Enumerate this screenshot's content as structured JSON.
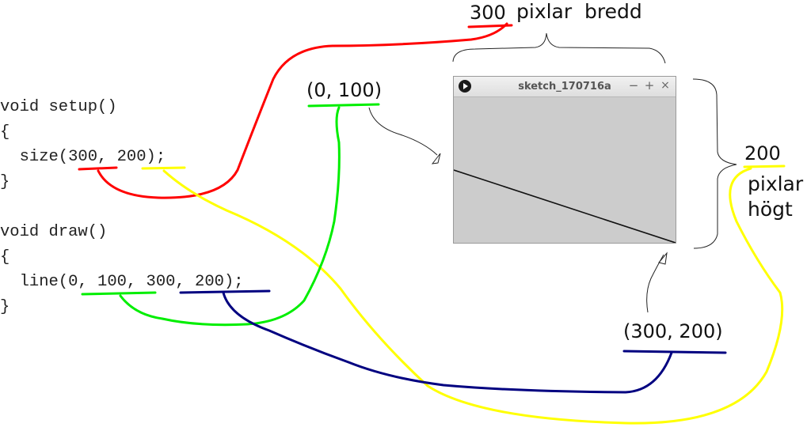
{
  "code": {
    "lines": [
      "void setup()",
      "{",
      "  size(300, 200);",
      "}",
      "",
      "void draw()",
      "{",
      "  line(0, 100, 300, 200);",
      "}"
    ]
  },
  "labels": {
    "width_value": "300",
    "width_text": "pixlar  bredd",
    "height_value": "200",
    "height_text_1": "pixlar",
    "height_text_2": "högt",
    "start_point": "(0, 100)",
    "end_point": "(300, 200)"
  },
  "window": {
    "title": "sketch_170716a",
    "min_label": "−",
    "max_label": "+",
    "close_label": "×"
  },
  "colors": {
    "width_arg": "#ff0000",
    "height_arg": "#ffff00",
    "start_point": "#00ee00",
    "end_point": "#000080",
    "canvas_bg": "#cccccc"
  }
}
